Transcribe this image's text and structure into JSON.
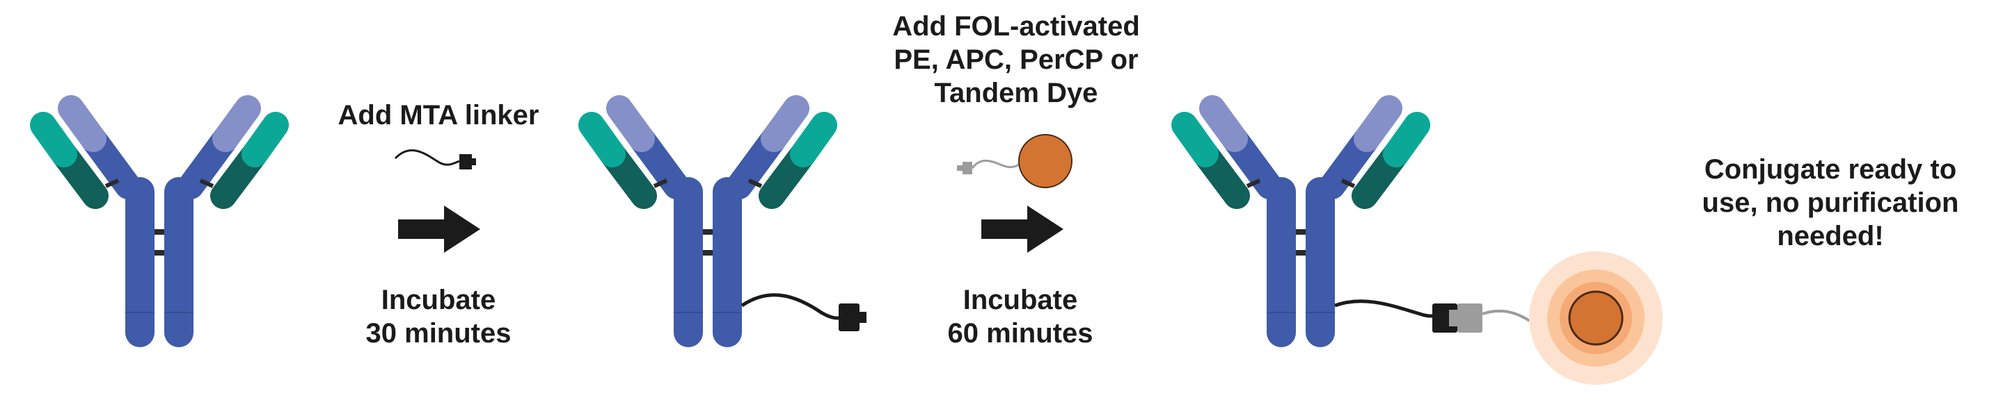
{
  "colors": {
    "heavy_chain": "#3f5ba9",
    "light_constant": "#2b8a7e",
    "light_variable_dark": "#11605a",
    "light_variable_teal": "#0ba897",
    "heavy_variable_light": "#8590c8",
    "linker": "#1b1b1b",
    "fol_linker": "#9c9c9c",
    "dye": "#d37432",
    "dye_halo_outer": "#fde3cf",
    "dye_halo_mid": "#fbc59b",
    "dye_halo_inner": "#f5a974",
    "arrow": "#1b1b1b"
  },
  "step1": {
    "label": "Add MTA linker",
    "incubate_line1": "Incubate",
    "incubate_line2": "30 minutes"
  },
  "step2": {
    "label_line1": "Add FOL-activated",
    "label_line2": "PE, APC, PerCP or",
    "label_line3": "Tandem Dye",
    "incubate_line1": "Incubate",
    "incubate_line2": "60 minutes"
  },
  "result": {
    "line1": "Conjugate ready to",
    "line2": "use, no purification",
    "line3": "needed!"
  },
  "icons": [
    "antibody-icon",
    "mta-linker-icon",
    "fol-dye-icon",
    "arrow-icon",
    "conjugate-icon"
  ]
}
